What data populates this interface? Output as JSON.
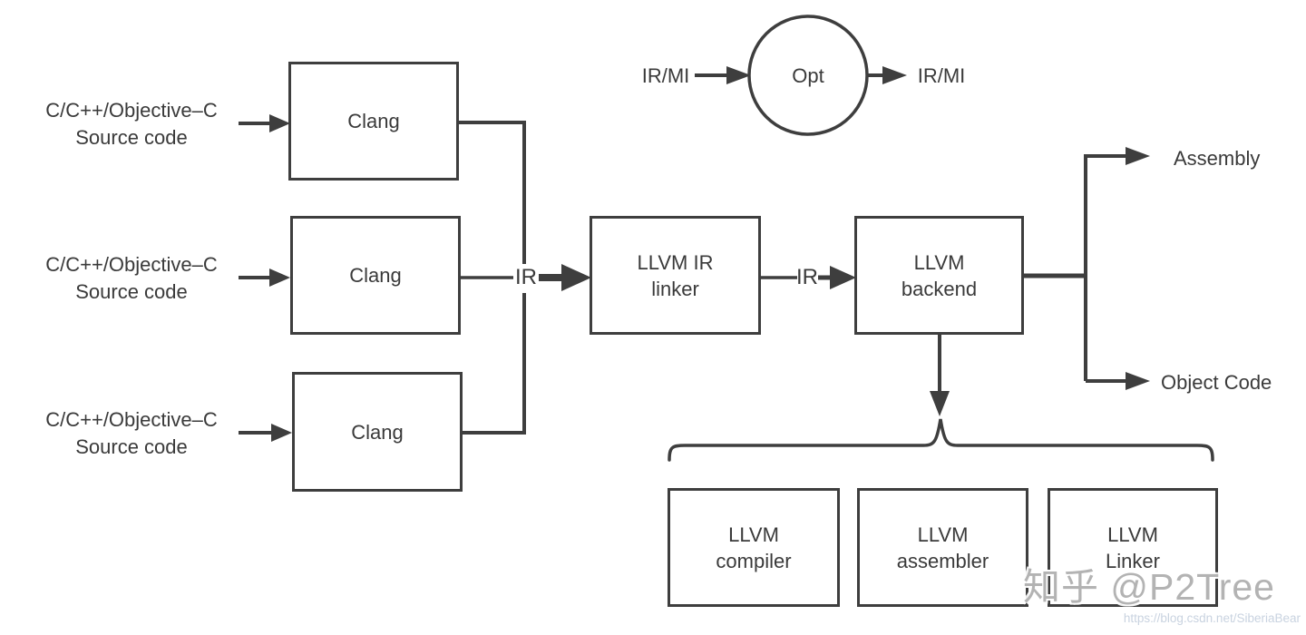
{
  "palette": {
    "background": "#ffffff",
    "line": "#3e3e3e",
    "text": "#3a3a3a",
    "watermark_text": "#b3b3b3",
    "watermark_url_text": "#c9d3e0"
  },
  "sources": [
    {
      "line1": "C/C++/Objective–C",
      "line2": "Source code"
    },
    {
      "line1": "C/C++/Objective–C",
      "line2": "Source code"
    },
    {
      "line1": "C/C++/Objective–C",
      "line2": "Source code"
    }
  ],
  "frontend": {
    "clang1": "Clang",
    "clang2": "Clang",
    "clang3": "Clang"
  },
  "opt_loop": {
    "input": "IR/MI",
    "node": "Opt",
    "output": "IR/MI"
  },
  "ir_labels": {
    "merged": "IR",
    "linked": "IR"
  },
  "ir_linker": {
    "line1": "LLVM IR",
    "line2": "linker"
  },
  "backend": {
    "line1": "LLVM",
    "line2": "backend"
  },
  "outputs": {
    "assembly": "Assembly",
    "object_code": "Object Code"
  },
  "backend_components": [
    {
      "line1": "LLVM",
      "line2": "compiler"
    },
    {
      "line1": "LLVM",
      "line2": "assembler"
    },
    {
      "line1": "LLVM",
      "line2": "Linker"
    }
  ],
  "watermark": {
    "credit": "知乎 @P2Tree",
    "url": "https://blog.csdn.net/SiberiaBear"
  }
}
